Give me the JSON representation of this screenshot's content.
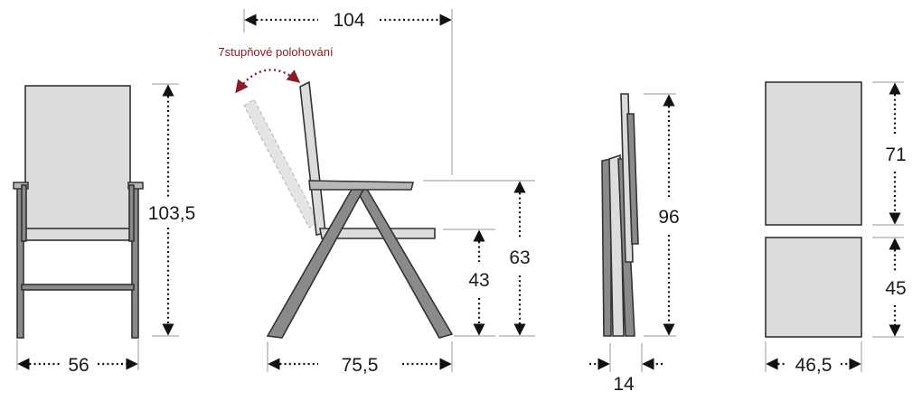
{
  "colors": {
    "frame": "#8a8a8a",
    "fabric": "#dcdcdc",
    "annotation": "#8a1c25",
    "dimension": "#1a1a1a"
  },
  "dimensions": {
    "front_width": "56",
    "front_height": "103,5",
    "side_depth_total": "104",
    "side_depth_base": "75,5",
    "seat_height": "43",
    "armrest_height": "63",
    "folded_height": "96",
    "folded_thickness": "14",
    "cushion_width": "46,5",
    "back_cushion_height": "71",
    "seat_cushion_height": "45"
  },
  "annotation": {
    "recline": "7stupňové polohování"
  }
}
